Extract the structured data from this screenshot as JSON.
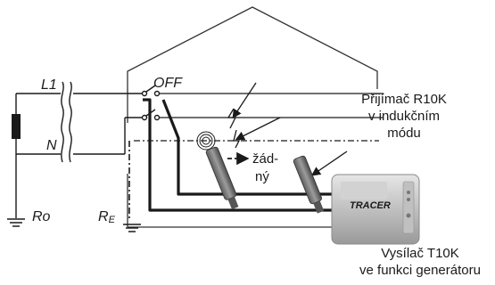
{
  "labels": {
    "l1": "L1",
    "n": "N",
    "off": "OFF",
    "ro": "Ro",
    "re_main": "R",
    "re_sub": "E",
    "fault_line1": "žád-",
    "fault_line2": "ný"
  },
  "receiver_caption": [
    "Přijímač R10K",
    "v indukčním",
    "módu"
  ],
  "transmitter_caption": [
    "Vysílač T10K",
    "ve funkci generátoru"
  ],
  "device_text": "TRACER"
}
